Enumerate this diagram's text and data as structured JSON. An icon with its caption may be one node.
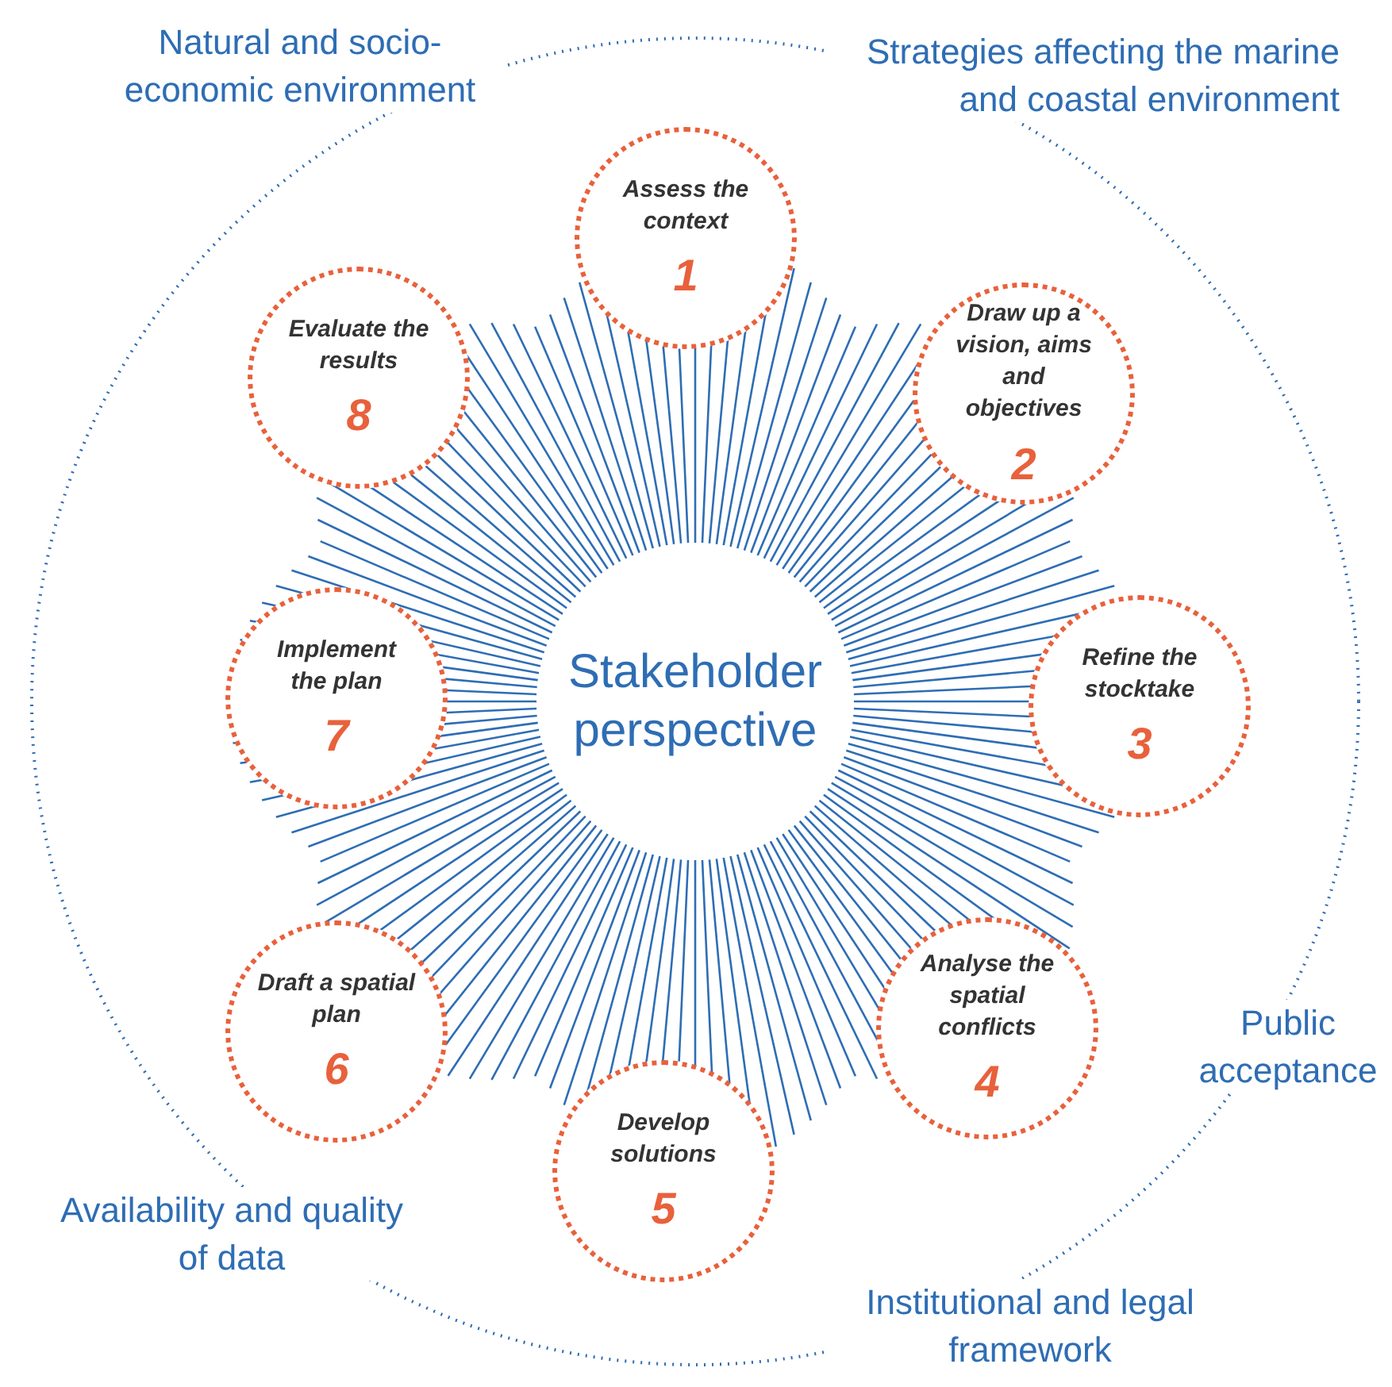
{
  "diagram": {
    "nodes": [
      {
        "text": [
          "Stakeholder perspective"
        ]
      },
      {
        "text": [
          "Assess the context",
          "1"
        ]
      },
      {
        "text": [
          "Draw up a vision, aims and objectives",
          "2"
        ]
      },
      {
        "text": [
          "Refine the stocktake",
          "3"
        ]
      },
      {
        "text": [
          "Analyse the spatial conflicts",
          "4"
        ]
      },
      {
        "text": [
          "Develop solutions",
          "5"
        ]
      },
      {
        "text": [
          "Draft a spatial plan",
          "6"
        ]
      },
      {
        "text": [
          "Implement the plan",
          "7"
        ]
      },
      {
        "text": [
          "Evaluate the results",
          "8"
        ]
      }
    ],
    "labels": [
      "Natural and socio-economic environment",
      "Strategies affecting the marine and coastal environment",
      "Public acceptance",
      "Availability and quality of data",
      "Institutional and legal framework"
    ]
  }
}
